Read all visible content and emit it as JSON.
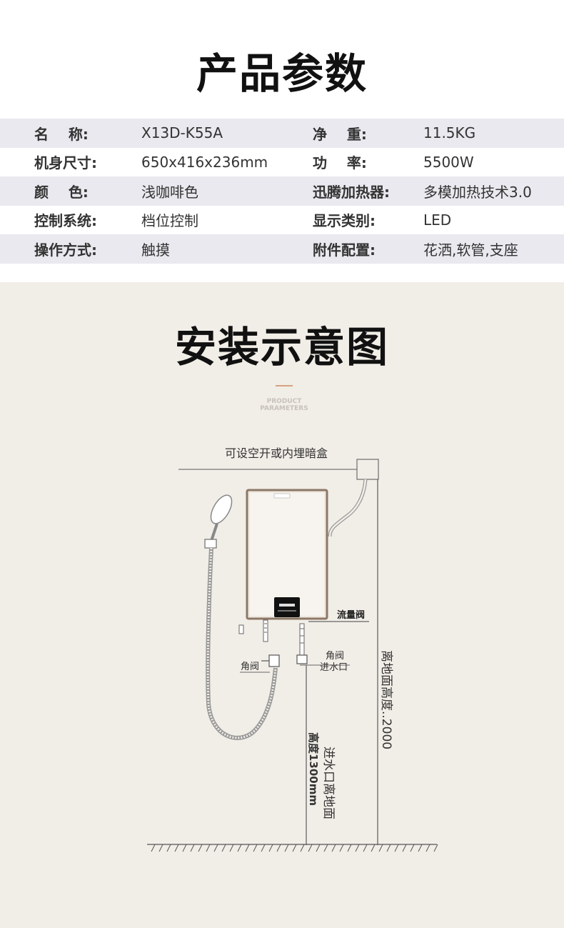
{
  "params": {
    "title": "产品参数",
    "rows": [
      {
        "l1": "名    称:",
        "v1": "X13D-K55A",
        "l2": "净    重:",
        "v2": "11.5KG"
      },
      {
        "l1": "机身尺寸:",
        "v1": "650x416x236mm",
        "l2": "功    率:",
        "v2": "5500W"
      },
      {
        "l1": "颜    色:",
        "v1": "浅咖啡色",
        "l2": "迅腾加热器:",
        "v2": "多模加热技术3.0"
      },
      {
        "l1": "控制系统:",
        "v1": "档位控制",
        "l2": "显示类别:",
        "v2": "LED"
      },
      {
        "l1": "操作方式:",
        "v1": "触摸",
        "l2": "附件配置:",
        "v2": "花洒,软管,支座"
      }
    ]
  },
  "install": {
    "title": "安装示意图",
    "sub1": "PRODUCT",
    "sub2": "PARAMETERS",
    "box_label": "可设空开或内埋暗盒",
    "flow_valve": "流量阀",
    "angle_valve_left": "角阀",
    "angle_valve_right": "角阀",
    "water_inlet": "进水口",
    "height_2000": "离地面高度..2000",
    "inlet_height_a": "进水口离地面",
    "inlet_height_b": "高度1300mm"
  },
  "colors": {
    "shade": "#e9e9ef",
    "bottom_bg": "#f1ede7",
    "heater_border": "#8c7867"
  }
}
